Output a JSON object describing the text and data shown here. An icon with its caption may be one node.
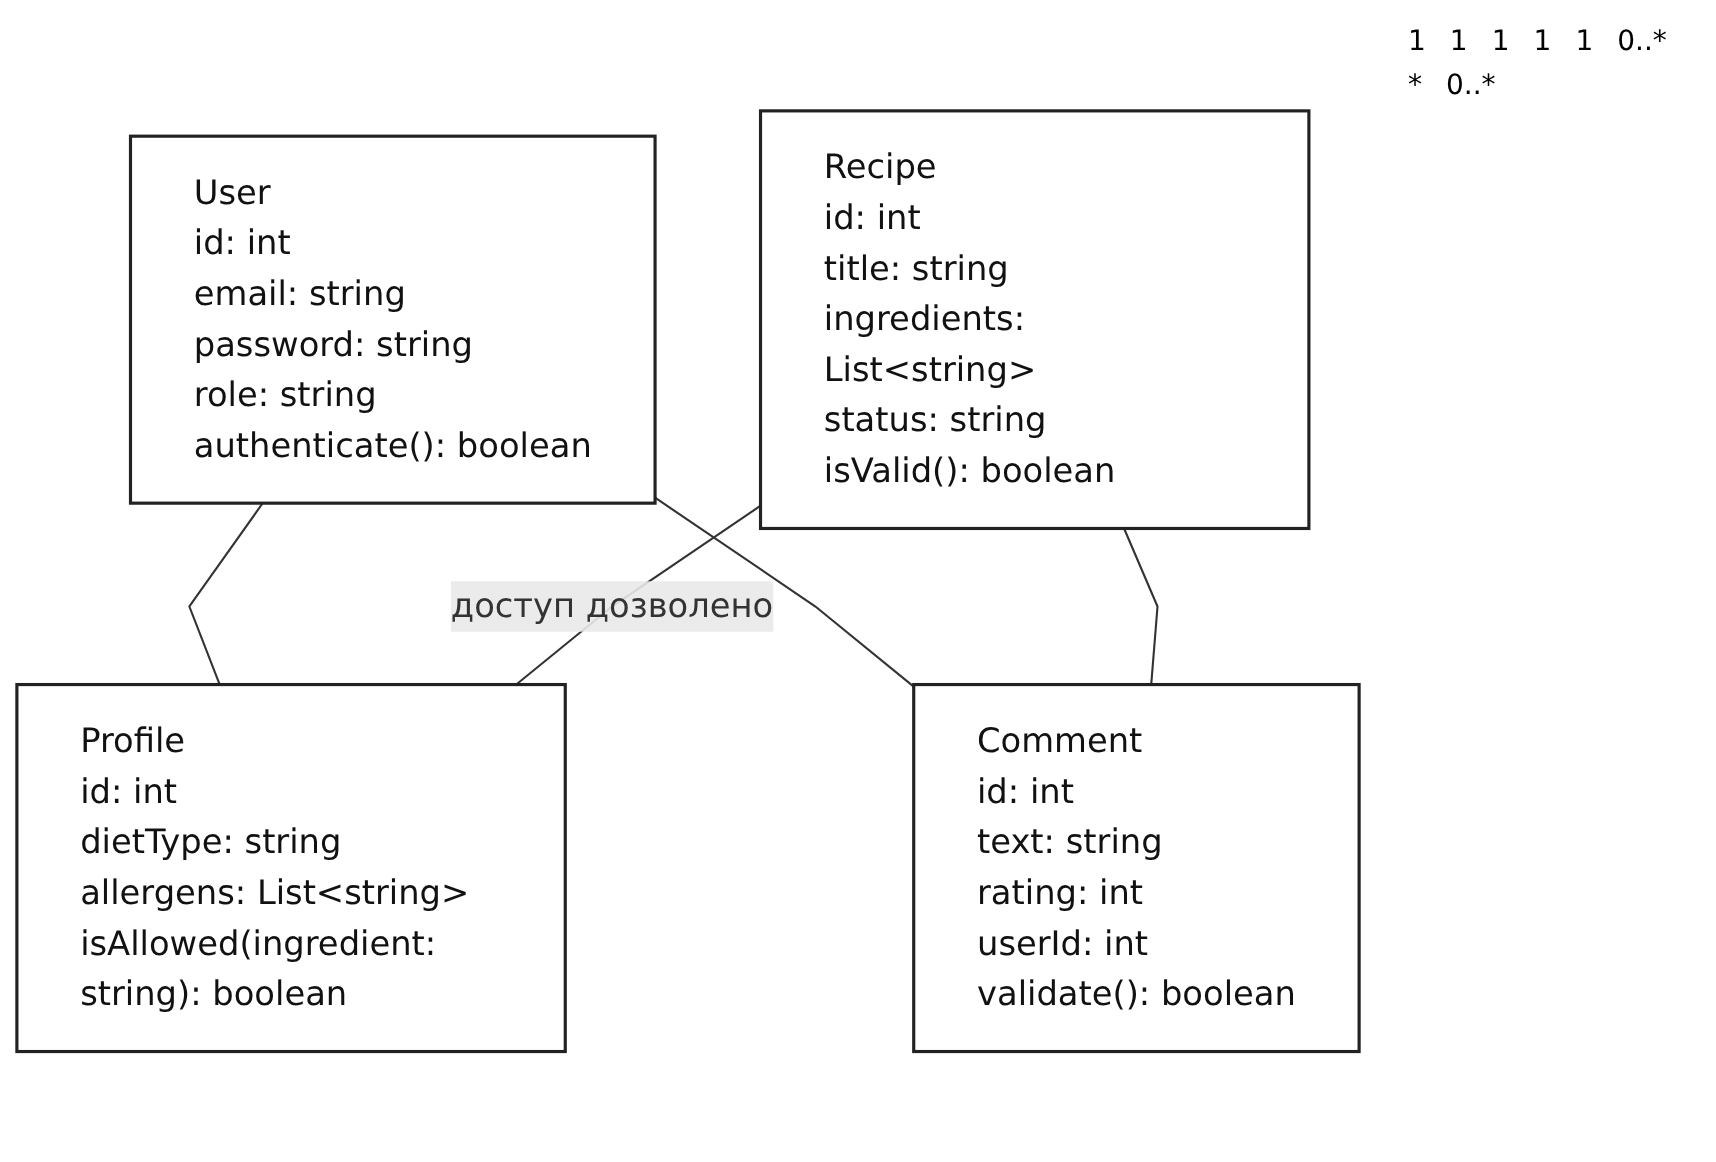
{
  "diagram": {
    "nodes": [
      {
        "text": [
          "User",
          "id: int",
          "email: string",
          "password: string",
          "role: string",
          "authenticate(): boolean"
        ]
      },
      {
        "text": [
          "Recipe",
          "id: int",
          "title: string",
          "ingredients: List<string>",
          "status: string",
          "isValid(): boolean"
        ]
      },
      {
        "text": [
          "Profile",
          "id: int",
          "dietType: string",
          "allergens: List<string>",
          "isAllowed(ingredient: string): boolean"
        ]
      },
      {
        "text": [
          "Comment",
          "id: int",
          "text: string",
          "rating: int",
          "userId: int",
          "validate(): boolean"
        ]
      }
    ],
    "edges": [
      {
        "from": 0,
        "to": 2,
        "arrow": "none"
      },
      {
        "from": 0,
        "to": 3,
        "arrow": "none"
      },
      {
        "from": 1,
        "to": 2,
        "arrow": "none",
        "label": "доступ дозволено"
      },
      {
        "from": 1,
        "to": 3,
        "arrow": "none"
      }
    ],
    "labels": [
      "1",
      "1",
      "1",
      "1",
      "1",
      "0..*",
      "*",
      "0..*"
    ]
  }
}
